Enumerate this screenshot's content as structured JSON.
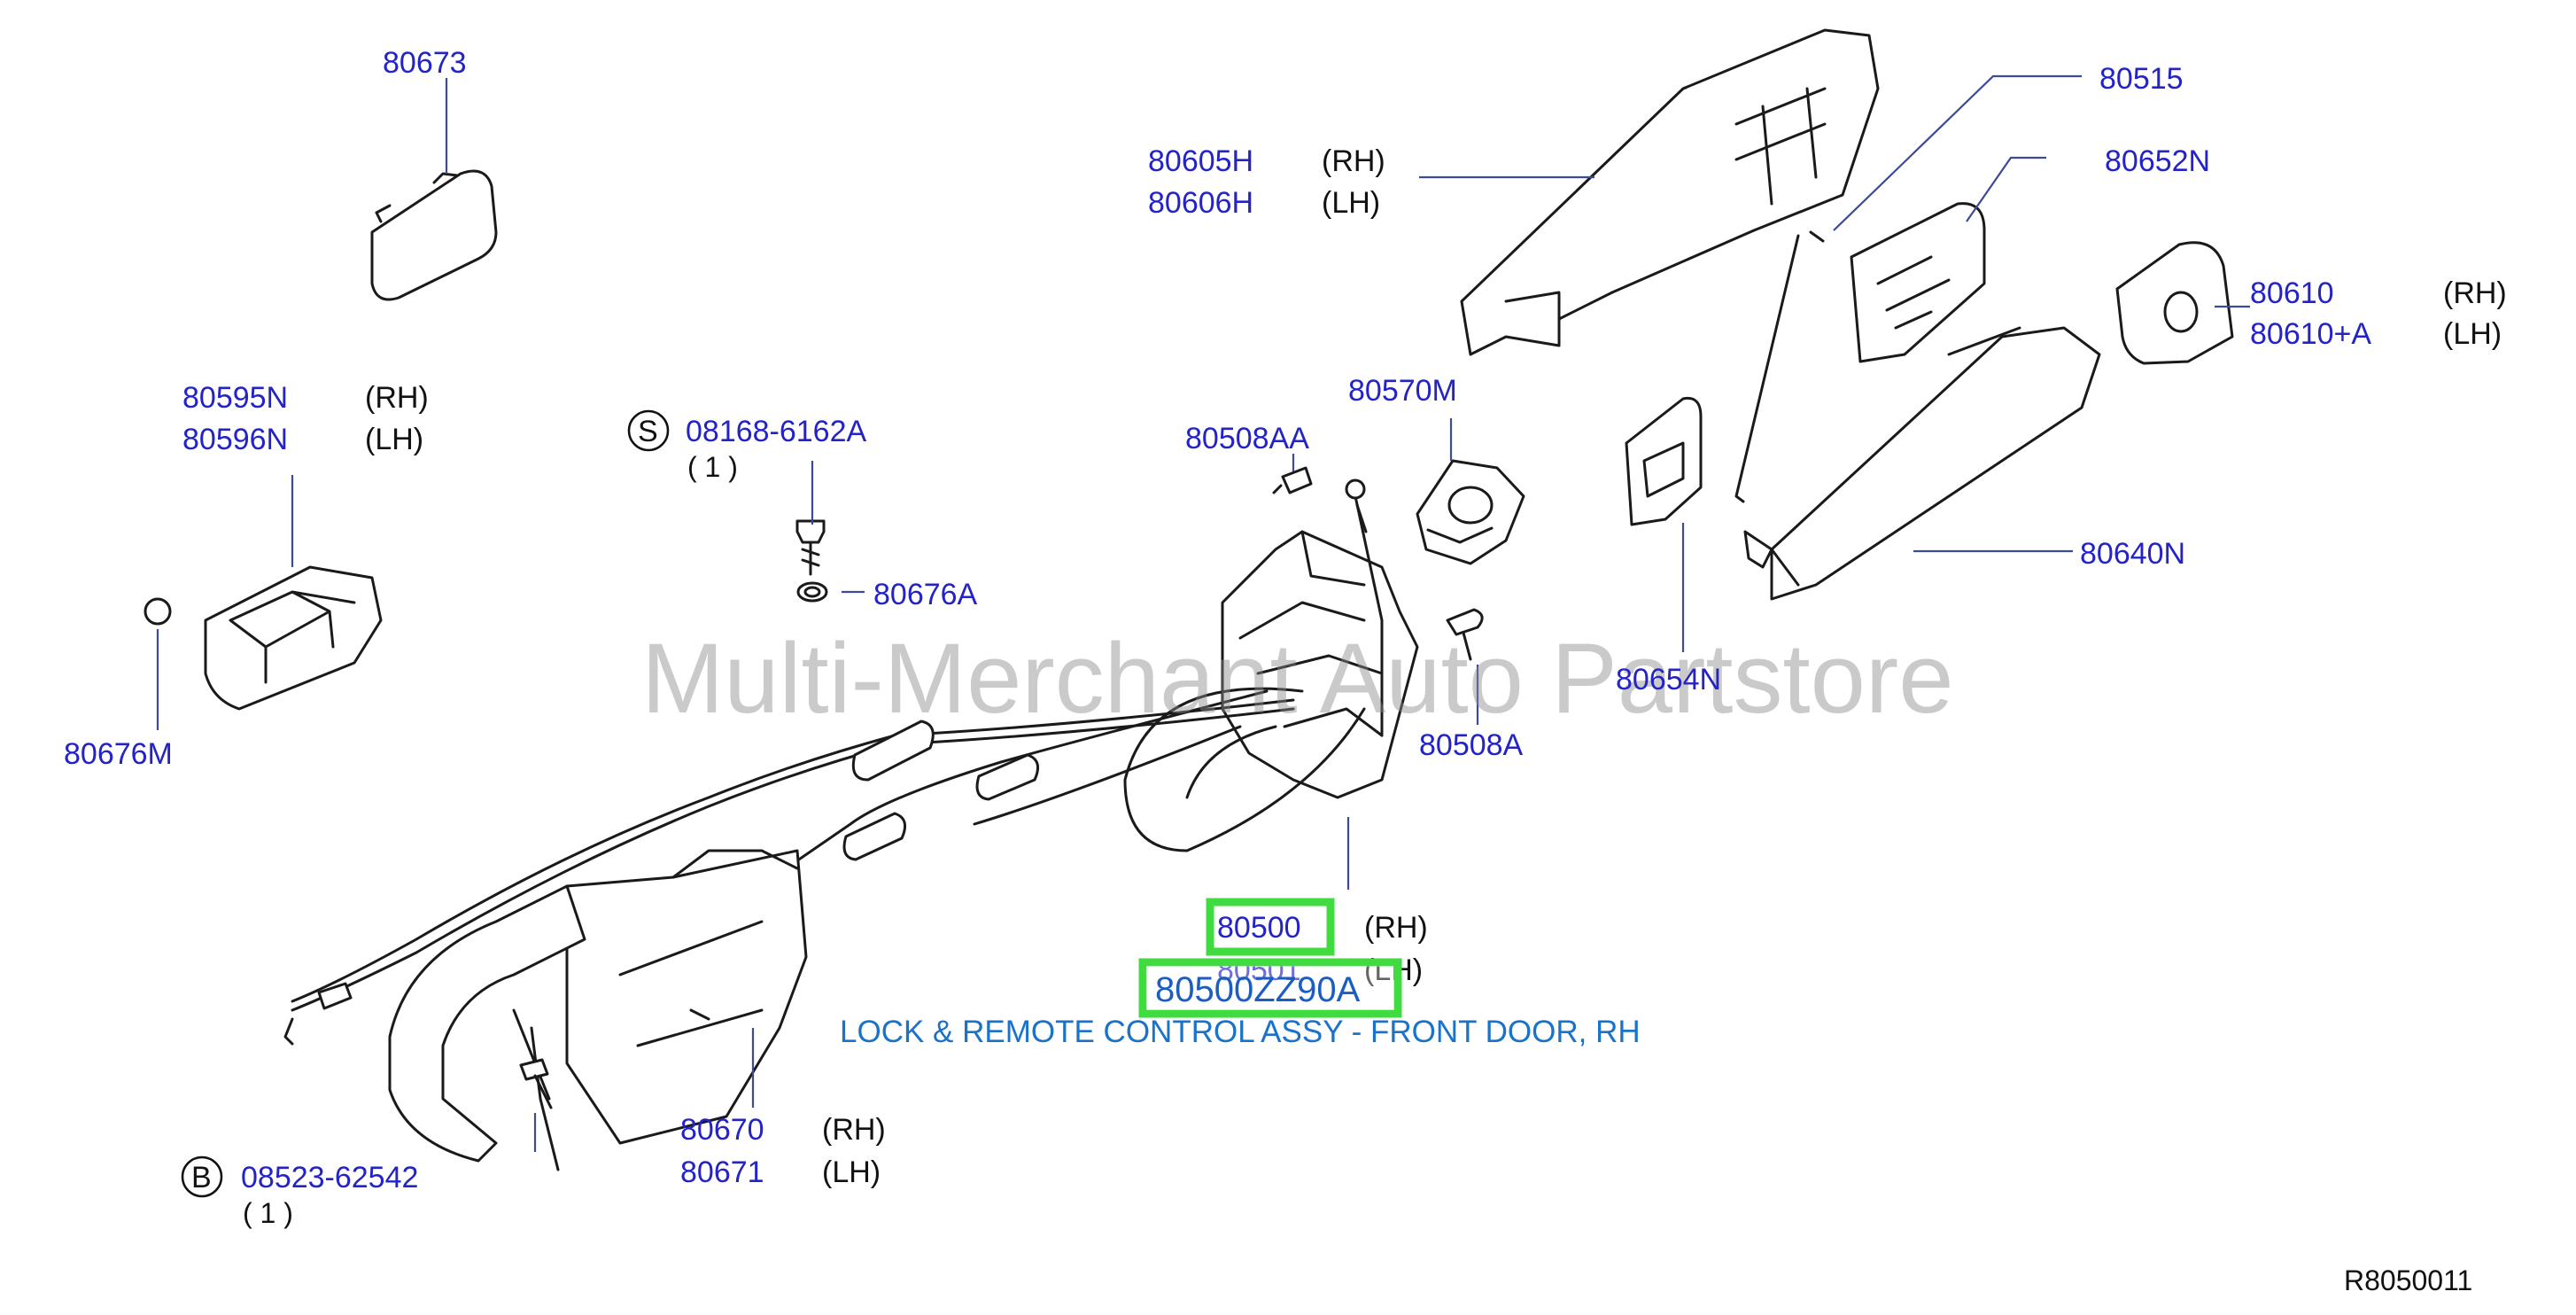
{
  "watermark": "Multi-Merchant Auto Partstore",
  "drawing_code": "R8050011",
  "description": "LOCK & REMOTE CONTROL ASSY - FRONT DOOR, RH",
  "selected_part": "80500ZZ90A",
  "parts": {
    "p80673": "80673",
    "p80605H": "80605H",
    "p80606H": "80606H",
    "p80515": "80515",
    "p80652N": "80652N",
    "p80610": "80610",
    "p80610A": "80610+A",
    "p80595N": "80595N",
    "p80596N": "80596N",
    "p08168": "08168-6162A",
    "p80570M": "80570M",
    "p80508AA": "80508AA",
    "p80676A": "80676A",
    "p80640N": "80640N",
    "p80676M": "80676M",
    "p80654N": "80654N",
    "p80508A": "80508A",
    "p80500": "80500",
    "p80501": "80501",
    "p80670": "80670",
    "p80671": "80671",
    "p08523": "08523-62542"
  },
  "sides": {
    "rh": "(RH)",
    "lh": "(LH)"
  },
  "qty": "( 1 )",
  "fastener_marks": {
    "s": "S",
    "b": "B"
  },
  "colors": {
    "part_link": "#2323c8",
    "highlight": "#3fdb3f",
    "description": "#1a73c9"
  }
}
